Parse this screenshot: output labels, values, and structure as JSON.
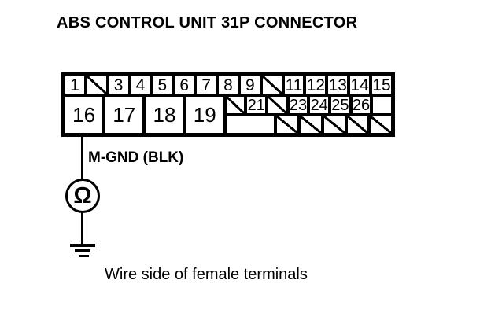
{
  "title": "ABS CONTROL UNIT 31P CONNECTOR",
  "wire_label": "M-GND (BLK)",
  "meter_symbol": "Ω",
  "caption": "Wire side of female terminals",
  "colors": {
    "line": "#000000",
    "background": "#ffffff"
  },
  "connector": {
    "top_row": [
      {
        "pin": "1"
      },
      {
        "blocked": true
      },
      {
        "pin": "3"
      },
      {
        "pin": "4"
      },
      {
        "pin": "5"
      },
      {
        "pin": "6"
      },
      {
        "pin": "7"
      },
      {
        "pin": "8"
      },
      {
        "pin": "9"
      },
      {
        "blocked": true
      },
      {
        "pin": "11"
      },
      {
        "pin": "12"
      },
      {
        "pin": "13"
      },
      {
        "pin": "14"
      },
      {
        "pin": "15"
      }
    ],
    "large_row": [
      {
        "pin": "16"
      },
      {
        "pin": "17"
      },
      {
        "pin": "18"
      },
      {
        "pin": "19"
      }
    ],
    "small_row_upper": [
      {
        "blocked": true
      },
      {
        "pin": "21"
      },
      {
        "blocked": true
      },
      {
        "pin": "23"
      },
      {
        "pin": "24"
      },
      {
        "pin": "25"
      },
      {
        "pin": "26"
      },
      {
        "empty": true
      }
    ],
    "small_row_lower": [
      {
        "empty": true,
        "wide": true
      },
      {
        "blocked": true
      },
      {
        "blocked": true
      },
      {
        "blocked": true
      },
      {
        "blocked": true
      },
      {
        "blocked": true
      }
    ]
  }
}
